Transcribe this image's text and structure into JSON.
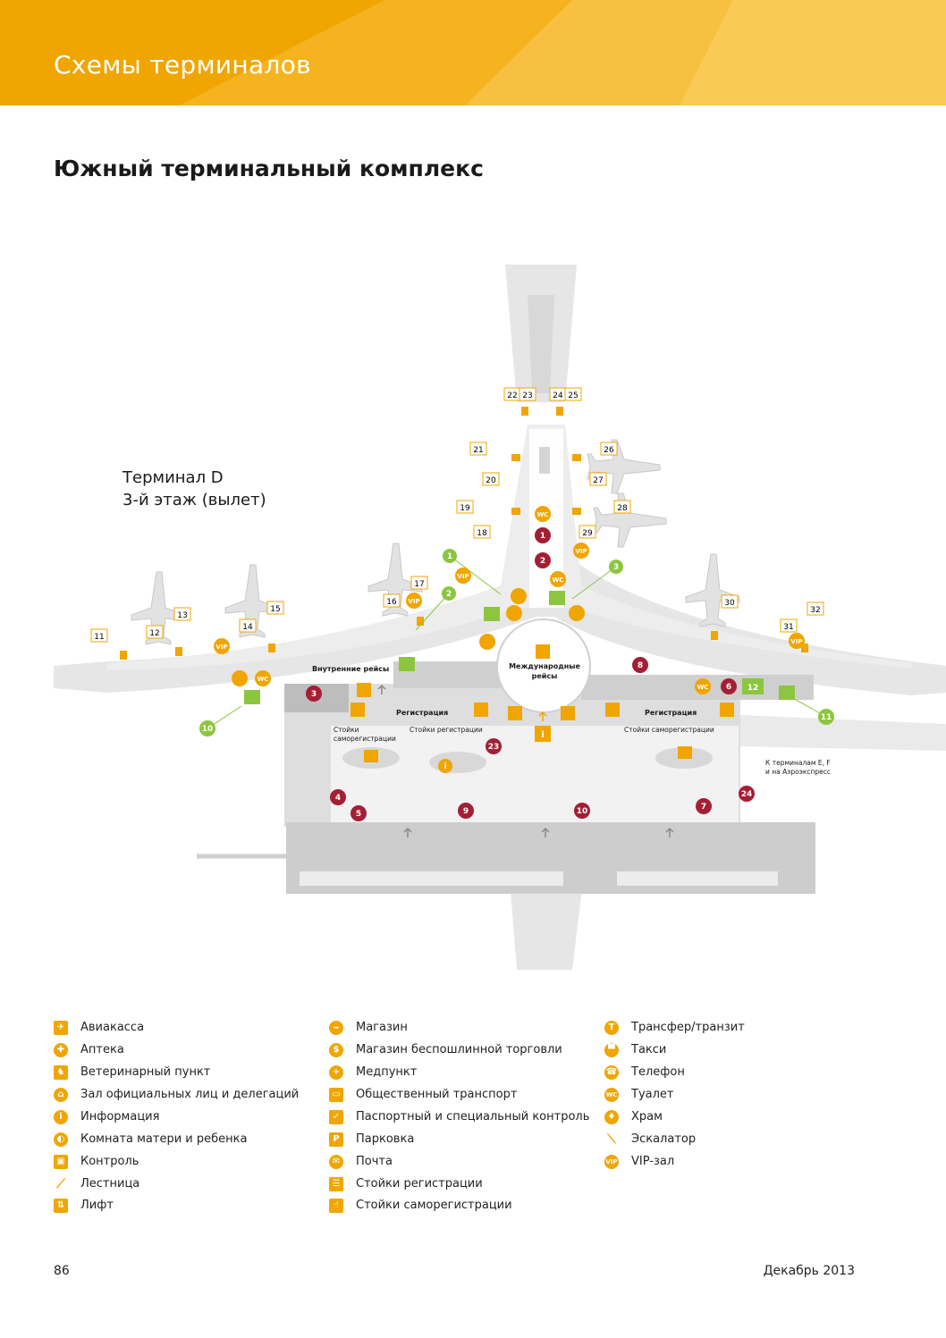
{
  "header": {
    "title": "Схемы терминалов",
    "accent_color": "#f0a500"
  },
  "page": {
    "title": "Южный терминальный комплекс",
    "number": "86",
    "date": "Декабрь 2013"
  },
  "map": {
    "terminal_label": "Терминал D",
    "floor_label": "3-й этаж (вылет)",
    "labels": {
      "domestic": "Внутренние рейсы",
      "international_1": "Международные",
      "international_2": "рейсы",
      "checkin_left": "Регистрация",
      "checkin_right": "Регистрация",
      "self_checkin_left_1": "Стойки",
      "self_checkin_left_2": "саморегистрации",
      "checkin_counters": "Стойки регистрации",
      "self_checkin_right": "Стойки саморегистрации",
      "to_terminals_1": "К терминалам E, F",
      "to_terminals_2": "и на Аэроэкспресс"
    },
    "gates": [
      "11",
      "12",
      "13",
      "14",
      "15",
      "16",
      "17",
      "18",
      "19",
      "20",
      "21",
      "22",
      "23",
      "24",
      "25",
      "26",
      "27",
      "28",
      "29",
      "30",
      "31",
      "32"
    ],
    "red_markers": [
      "1",
      "2",
      "3",
      "4",
      "5",
      "6",
      "7",
      "8",
      "9",
      "10",
      "23",
      "24"
    ],
    "green_markers": [
      "1",
      "2",
      "3",
      "10",
      "11",
      "12"
    ],
    "colors": {
      "floor": "#dcdcdc",
      "floor_light": "#ebebeb",
      "wall": "#bfbfbf",
      "red": "#a31f34",
      "green": "#8cc63f",
      "yellow": "#f0a500"
    }
  },
  "legend": {
    "col1": [
      {
        "icon": "ticket-office-icon",
        "label": "Авиакасса"
      },
      {
        "icon": "pharmacy-icon",
        "label": "Аптека"
      },
      {
        "icon": "veterinary-icon",
        "label": "Ветеринарный пункт"
      },
      {
        "icon": "delegation-hall-icon",
        "label": "Зал официальных лиц и делегаций"
      },
      {
        "icon": "information-icon",
        "label": "Информация"
      },
      {
        "icon": "mother-child-room-icon",
        "label": "Комната матери и ребенка"
      },
      {
        "icon": "control-icon",
        "label": "Контроль"
      },
      {
        "icon": "stairs-icon",
        "label": "Лестница"
      },
      {
        "icon": "elevator-icon",
        "label": "Лифт"
      }
    ],
    "col2": [
      {
        "icon": "shop-icon",
        "label": "Магазин"
      },
      {
        "icon": "duty-free-icon",
        "label": "Магазин беспошлинной торговли"
      },
      {
        "icon": "medical-icon",
        "label": "Медпункт"
      },
      {
        "icon": "public-transport-icon",
        "label": "Общественный транспорт"
      },
      {
        "icon": "passport-control-icon",
        "label": "Паспортный и специальный контроль"
      },
      {
        "icon": "parking-icon",
        "label": "Парковка"
      },
      {
        "icon": "post-icon",
        "label": "Почта"
      },
      {
        "icon": "checkin-icon",
        "label": "Стойки регистрации"
      },
      {
        "icon": "self-checkin-icon",
        "label": "Стойки саморегистрации"
      }
    ],
    "col3": [
      {
        "icon": "transfer-icon",
        "label": "Трансфер/транзит"
      },
      {
        "icon": "taxi-icon",
        "label": "Такси"
      },
      {
        "icon": "phone-icon",
        "label": "Телефон"
      },
      {
        "icon": "toilet-icon",
        "label": "Туалет"
      },
      {
        "icon": "chapel-icon",
        "label": "Храм"
      },
      {
        "icon": "escalator-icon",
        "label": "Эскалатор"
      },
      {
        "icon": "vip-icon",
        "label": "VIP-зал"
      }
    ]
  }
}
